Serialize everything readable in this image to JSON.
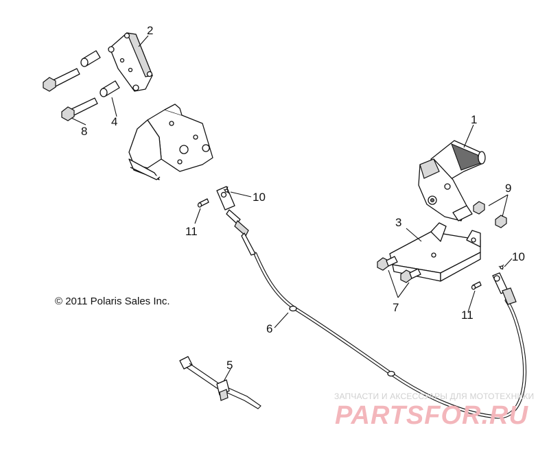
{
  "copyright": "© 2011 Polaris Sales Inc.",
  "watermark": {
    "tagline": "ЗАПЧАСТИ И АКСЕССУАРЫ ДЛЯ МОТОТЕХНИКИ",
    "logo": "PARTSFOR.RU"
  },
  "callouts": {
    "c1": "1",
    "c2": "2",
    "c3": "3",
    "c4": "4",
    "c5": "5",
    "c6": "6",
    "c7": "7",
    "c8": "8",
    "c9": "9",
    "c10a": "10",
    "c10b": "10",
    "c11a": "11",
    "c11b": "11"
  },
  "colors": {
    "line": "#111111",
    "watermark_logo": "#f3b6bb",
    "watermark_tagline": "#d0d0d0"
  }
}
